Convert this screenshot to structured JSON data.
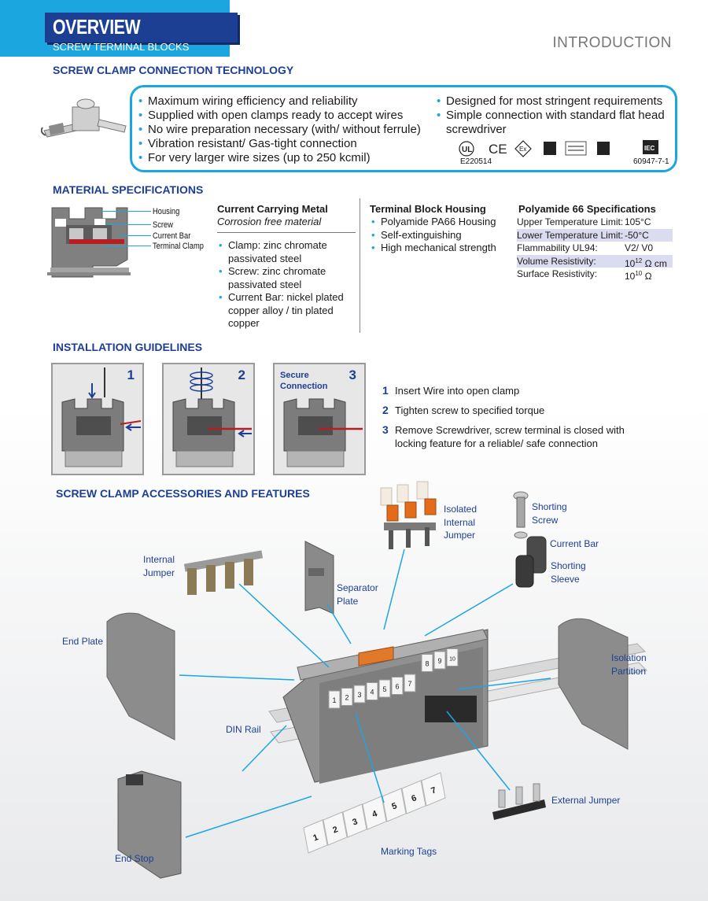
{
  "header": {
    "title": "OVERVIEW",
    "subtitle": "SCREW TERMINAL BLOCKS",
    "section_label": "INTRODUCTION"
  },
  "screw_clamp_tech": {
    "heading": "SCREW CLAMP CONNECTION TECHNOLOGY",
    "bullets_left": [
      "Maximum wiring efficiency and reliability",
      "Supplied with open clamps ready to accept wires",
      "No wire preparation necessary (with/ without ferrule)",
      "Vibration resistant/ Gas-tight connection",
      "For very larger wire sizes (up to 250 kcmil)"
    ],
    "bullets_right": [
      "Designed for most stringent requirements",
      "Simple connection with standard flat head screwdriver"
    ],
    "cert_ul_number": "E220514",
    "cert_iec_number": "60947-7-1",
    "cert_marks": [
      "UL",
      "CE",
      "Ex",
      "IECEx",
      "Lloyd's Register",
      "IECEE",
      "IEC"
    ]
  },
  "material_specs": {
    "heading": "MATERIAL SPECIFICATIONS",
    "diagram_labels": [
      "Housing",
      "Screw",
      "Current Bar",
      "Terminal Clamp"
    ],
    "metal": {
      "title": "Current Carrying Metal",
      "subtitle": "Corrosion free material",
      "bullets": [
        "Clamp: zinc chromate passivated steel",
        "Screw: zinc chromate passivated steel",
        "Current Bar: nickel plated copper alloy / tin plated copper"
      ]
    },
    "housing": {
      "title": "Terminal Block Housing",
      "bullets": [
        "Polyamide PA66 Housing",
        "Self-extinguishing",
        "High mechanical strength"
      ]
    },
    "polyamide": {
      "title": "Polyamide 66 Specifications",
      "rows": [
        {
          "k": "Upper Temperature Limit:",
          "v": "105°C"
        },
        {
          "k": "Lower Temperature Limit:",
          "v": "-50°C"
        },
        {
          "k": "Flammability UL94:",
          "v": "V2/ V0"
        },
        {
          "k": "Volume Resistivity:",
          "v_base": "10",
          "v_exp": "12",
          "v_unit": " Ω cm"
        },
        {
          "k": "Surface Resistivity:",
          "v_base": "10",
          "v_exp": "10",
          "v_unit": " Ω"
        }
      ]
    }
  },
  "installation": {
    "heading": "INSTALLATION GUIDELINES",
    "step_labels": [
      "1",
      "2",
      "3"
    ],
    "step3_caption": "Secure Connection",
    "steps": [
      {
        "num": "1",
        "text": "Insert Wire into open clamp"
      },
      {
        "num": "2",
        "text": "Tighten screw to specified torque"
      },
      {
        "num": "3",
        "text": "Remove Screwdriver, screw terminal is closed with locking feature for a reliable/ safe connection"
      }
    ]
  },
  "accessories": {
    "heading": "SCREW CLAMP ACCESSORIES AND FEATURES",
    "labels": {
      "isolated_jumper": "Isolated Internal Jumper",
      "shorting_screw": "Shorting Screw",
      "current_bar": "Current Bar",
      "shorting_sleeve": "Shorting Sleeve",
      "internal_jumper": "Internal Jumper",
      "separator_plate": "Separator Plate",
      "end_plate": "End Plate",
      "isolation_partition": "Isolation Partition",
      "din_rail": "DIN Rail",
      "external_jumper": "External Jumper",
      "end_stop": "End Stop",
      "marking_tags": "Marking Tags"
    },
    "block_numbers": [
      "1",
      "2",
      "3",
      "4",
      "5",
      "6",
      "7",
      "8",
      "9",
      "10"
    ],
    "tag_numbers": [
      "1",
      "2",
      "3",
      "4",
      "5",
      "6",
      "7"
    ]
  }
}
